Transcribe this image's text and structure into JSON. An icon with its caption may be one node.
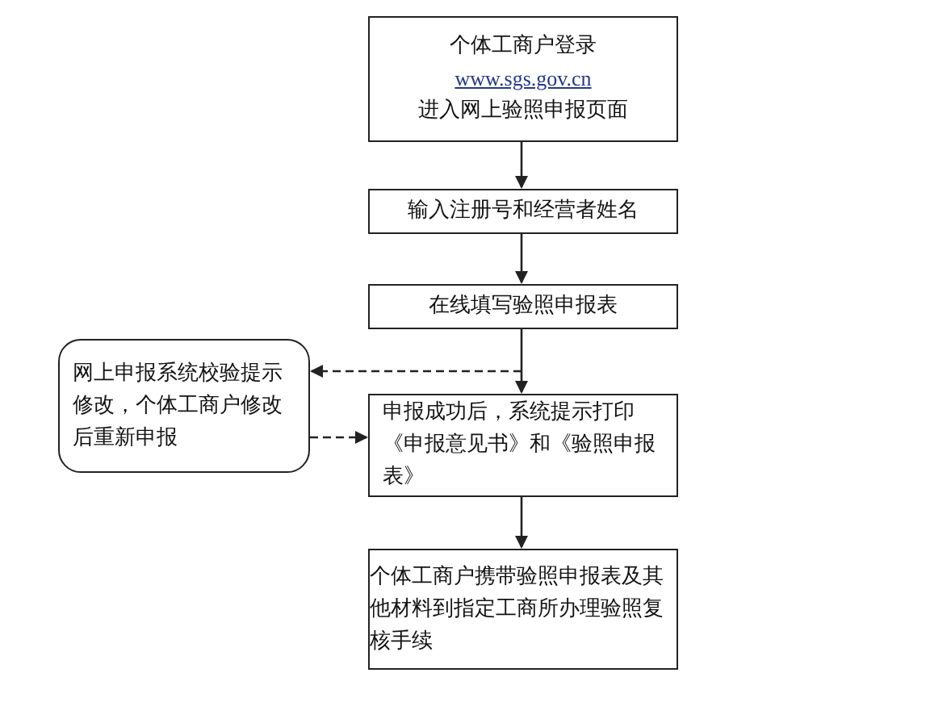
{
  "diagram": {
    "nodes": [
      {
        "text": [
          "个体工商户登录",
          "www.sgs.gov.cn",
          "进入网上验照申报页面"
        ]
      },
      {
        "text": [
          "输入注册号和经营者姓名"
        ]
      },
      {
        "text": [
          "在线填写验照申报表"
        ]
      },
      {
        "text": [
          "网上申报系统校验提示修改，个体工商户修改后重新申报"
        ]
      },
      {
        "text": [
          "申报成功后，系统提示打印《申报意见书》和《验照申报表》"
        ]
      },
      {
        "text": [
          "个体工商户携带验照申报表及其他材料到指定工商所办理验照复核手续"
        ]
      }
    ],
    "edges": [
      {
        "from": 0,
        "to": 1,
        "arrow": "to"
      },
      {
        "from": 1,
        "to": 2,
        "arrow": "to"
      },
      {
        "from": 2,
        "to": 4,
        "arrow": "to"
      },
      {
        "from": null,
        "to": 3,
        "arrow": "to",
        "style": "dashed"
      },
      {
        "from": 3,
        "to": 4,
        "arrow": "to",
        "style": "dashed"
      },
      {
        "from": 4,
        "to": 5,
        "arrow": "to"
      }
    ]
  }
}
